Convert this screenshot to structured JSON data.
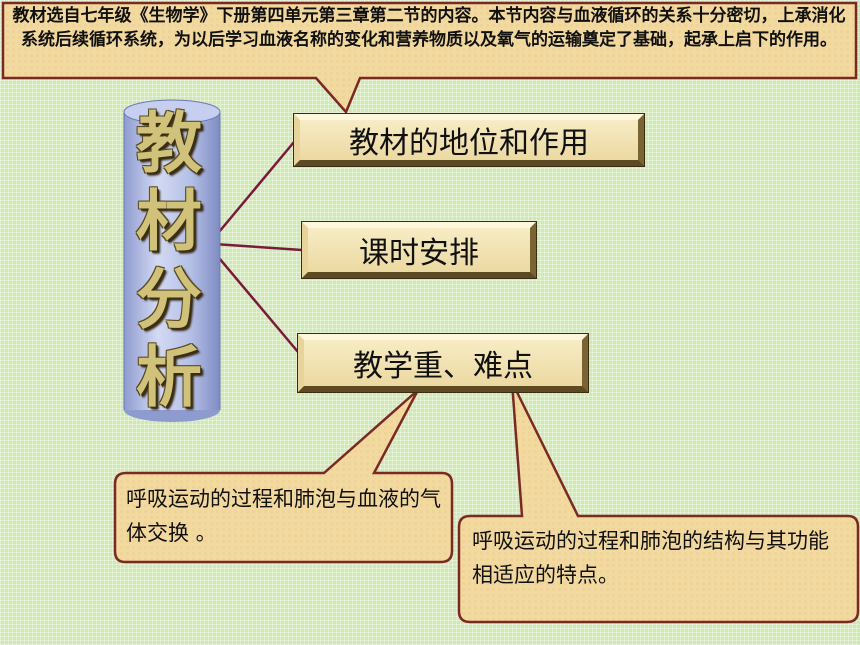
{
  "top_callout": {
    "text": "教材选自七年级《生物学》下册第四单元第三章第二节的内容。本节内容与血液循环的关系十分密切，上承消化系统后续循环系统，为以后学习血液名称的变化和营养物质以及氧气的运输奠定了基础，起承上启下的作用。"
  },
  "cylinder": {
    "chars": [
      "教",
      "材",
      "分",
      "析"
    ]
  },
  "boxes": {
    "position": "教材的地位和作用",
    "schedule": "课时安排",
    "keypoints": "教学重、难点"
  },
  "left_callout": {
    "text": "呼吸运动的过程和肺泡与血液的气体交换 。"
  },
  "right_callout": {
    "text": "呼吸运动的过程和肺泡的结构与其功能相适应的特点。"
  },
  "colors": {
    "background": "#cfe8b4",
    "callout_fill": "#f2d9a0",
    "callout_border": "#7a2a22",
    "connector": "#7a1a3a",
    "cylinder_fill": "#b9c3e6"
  }
}
